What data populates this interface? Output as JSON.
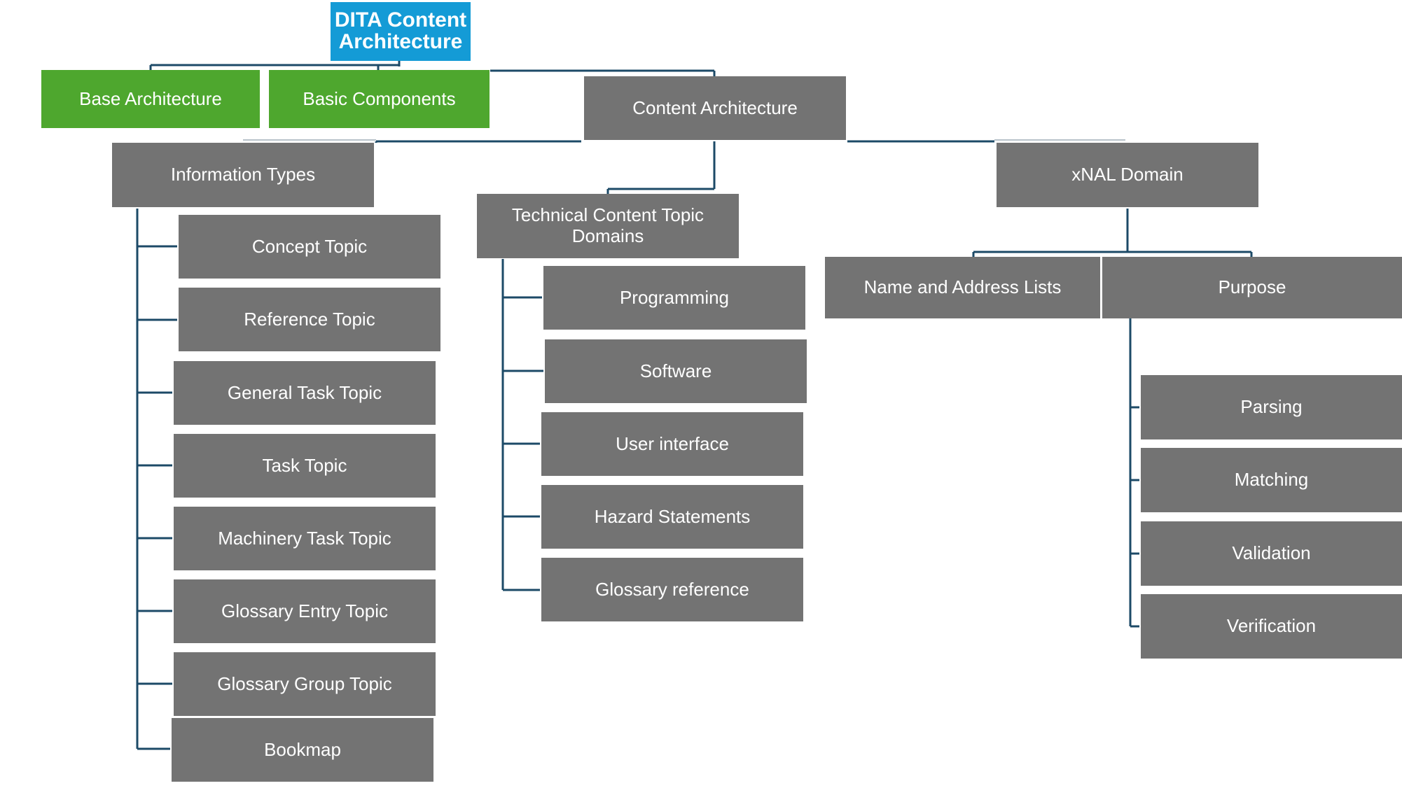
{
  "root": {
    "label": "DITA Content Architecture"
  },
  "level1": {
    "base_architecture": "Base Architecture",
    "basic_components": "Basic Components",
    "content_architecture": "Content Architecture"
  },
  "information_types": {
    "label": "Information Types",
    "items": [
      "Concept Topic",
      "Reference Topic",
      "General Task Topic",
      "Task Topic",
      "Machinery Task Topic",
      "Glossary Entry Topic",
      "Glossary Group Topic",
      "Bookmap"
    ]
  },
  "technical_domains": {
    "label": "Technical Content Topic Domains",
    "items": [
      "Programming",
      "Software",
      "User interface",
      "Hazard Statements",
      "Glossary reference"
    ]
  },
  "xnal_domain": {
    "label": "xNAL Domain",
    "name_address_lists": "Name and Address Lists",
    "purpose": {
      "label": "Purpose",
      "items": [
        "Parsing",
        "Matching",
        "Validation",
        "Verification"
      ]
    }
  },
  "colors": {
    "root": "#149bd6",
    "green": "#4ea72e",
    "gray": "#737373",
    "connector": "#1c4a67"
  }
}
